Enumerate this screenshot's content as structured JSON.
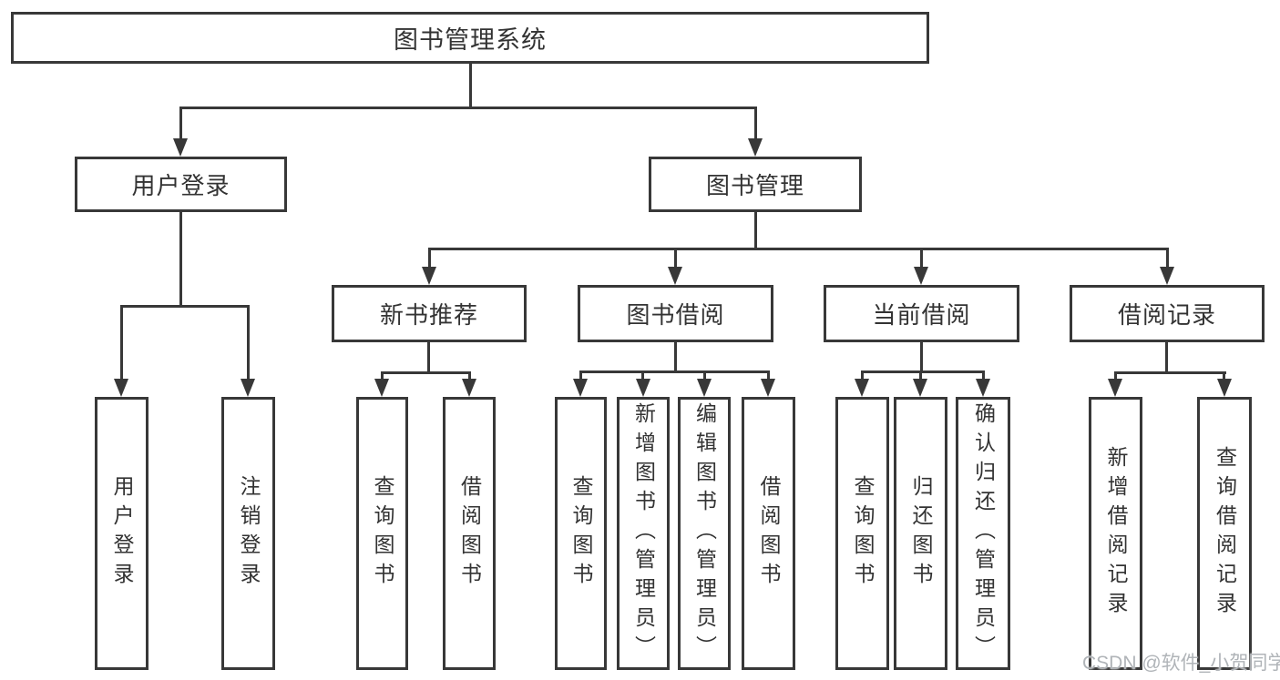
{
  "tree": {
    "root": {
      "label": "图书管理系统",
      "children": [
        {
          "label": "用户登录",
          "children": [
            {
              "label": "用户登录"
            },
            {
              "label": "注销登录"
            }
          ]
        },
        {
          "label": "图书管理",
          "children": [
            {
              "label": "新书推荐",
              "children": [
                {
                  "label": "查询图书"
                },
                {
                  "label": "借阅图书"
                }
              ]
            },
            {
              "label": "图书借阅",
              "children": [
                {
                  "label": "查询图书"
                },
                {
                  "label": "新增图书（管理员）"
                },
                {
                  "label": "编辑图书（管理员）"
                },
                {
                  "label": "借阅图书"
                }
              ]
            },
            {
              "label": "当前借阅",
              "children": [
                {
                  "label": "查询图书"
                },
                {
                  "label": "归还图书"
                },
                {
                  "label": "确认归还（管理员）"
                }
              ]
            },
            {
              "label": "借阅记录",
              "children": [
                {
                  "label": "新增借阅记录"
                },
                {
                  "label": "查询借阅记录"
                }
              ]
            }
          ]
        }
      ]
    }
  },
  "watermark": {
    "text": "CSDN @软件_小贺同学"
  },
  "colors": {
    "line": "#383838",
    "text": "#333333",
    "watermark": "#b0b4b8",
    "background": "#ffffff"
  }
}
